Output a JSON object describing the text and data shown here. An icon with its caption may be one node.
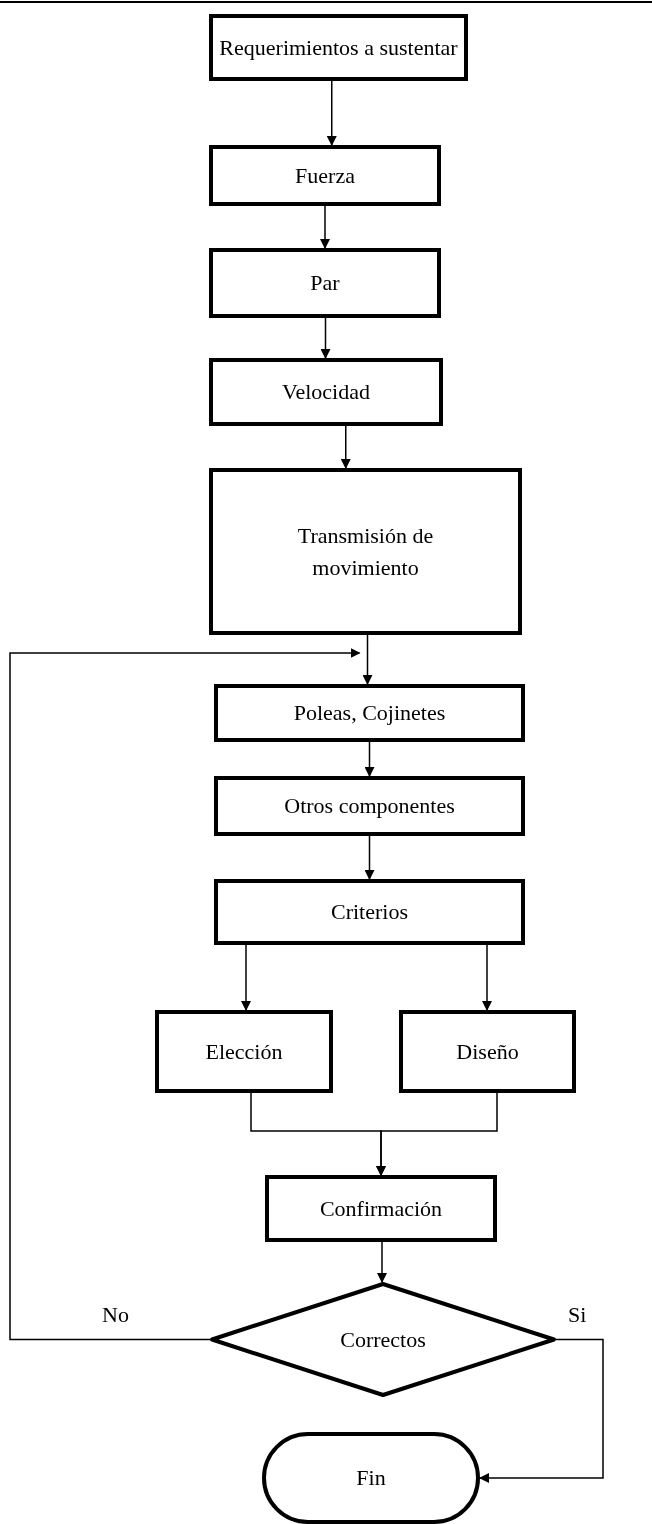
{
  "diagram": {
    "nodes": [
      {
        "text": [
          "Requerimientos a sustentar"
        ]
      },
      {
        "text": [
          "Fuerza"
        ]
      },
      {
        "text": [
          "Par"
        ]
      },
      {
        "text": [
          "Velocidad"
        ]
      },
      {
        "text": [
          "Transmisión de movimiento"
        ]
      },
      {
        "text": [
          "Poleas, Cojinetes"
        ]
      },
      {
        "text": [
          "Otros componentes"
        ]
      },
      {
        "text": [
          "Criterios"
        ]
      },
      {
        "text": [
          "Elección"
        ]
      },
      {
        "text": [
          "Diseño"
        ]
      },
      {
        "text": [
          "Confirmación"
        ]
      },
      {
        "text": [
          "Correctos"
        ]
      },
      {
        "text": [
          "Fin"
        ]
      }
    ],
    "edges": [
      {
        "from": 0,
        "to": 1,
        "arrow": "to"
      },
      {
        "from": 1,
        "to": 2,
        "arrow": "to"
      },
      {
        "from": 2,
        "to": 3,
        "arrow": "to"
      },
      {
        "from": 3,
        "to": 4,
        "arrow": "to"
      },
      {
        "from": 4,
        "to": 5,
        "arrow": "to"
      },
      {
        "from": 5,
        "to": 6,
        "arrow": "to"
      },
      {
        "from": 6,
        "to": 7,
        "arrow": "to"
      },
      {
        "from": 7,
        "to": 8,
        "arrow": "to"
      },
      {
        "from": 7,
        "to": 9,
        "arrow": "to"
      },
      {
        "from": 8,
        "to": 10,
        "arrow": "to"
      },
      {
        "from": 9,
        "to": 10,
        "arrow": "to"
      },
      {
        "from": 10,
        "to": 11,
        "arrow": "to"
      },
      {
        "from": 11,
        "to": 5,
        "arrow": "to",
        "label": "No"
      },
      {
        "from": 11,
        "to": 12,
        "arrow": "to",
        "label": "Si"
      }
    ]
  }
}
